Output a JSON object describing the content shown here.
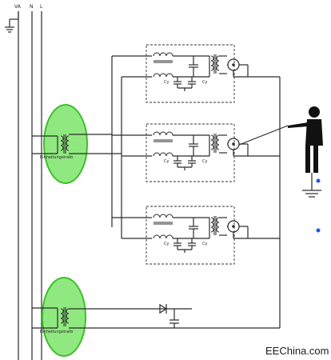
{
  "bus_labels": {
    "va": "VA",
    "n": "N",
    "l": "L"
  },
  "transformer_label": "Einheitungstrafo",
  "cy_label": "Cy",
  "watermark": "EEChina.com",
  "colors": {
    "ellipse_fill": "#7CE56A",
    "ellipse_stroke": "#3FBF2C",
    "dot": "#2255DD",
    "wire": "#2a2a2a"
  },
  "icons": [
    "ground-icon",
    "person-icon",
    "dot-icon"
  ]
}
